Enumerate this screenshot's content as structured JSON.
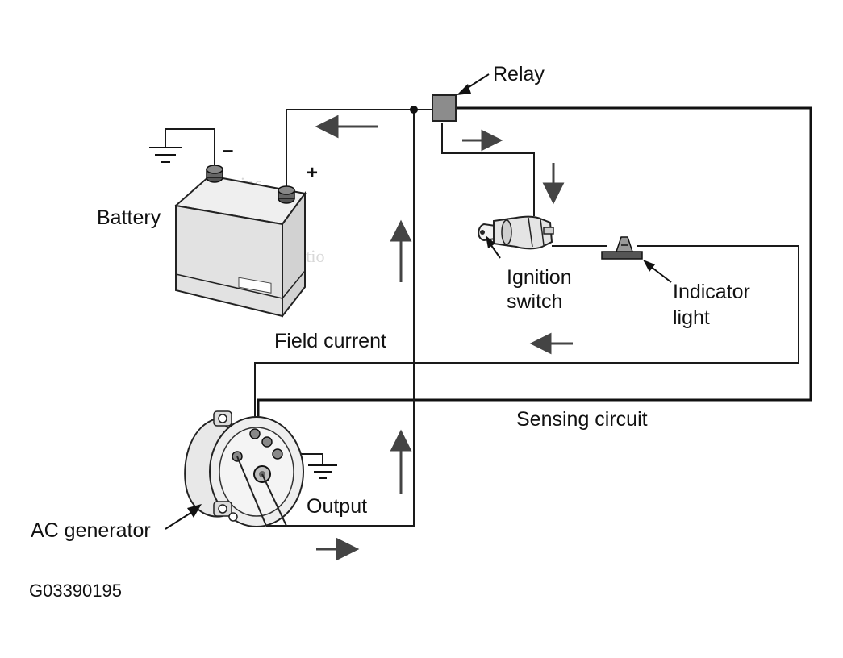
{
  "labels": {
    "relay": "Relay",
    "battery": "Battery",
    "battery_negative": "–",
    "battery_positive": "+",
    "ignition_switch_line1": "Ignition",
    "ignition_switch_line2": "switch",
    "indicator_light_line1": "Indicator",
    "indicator_light_line2": "light",
    "field_current": "Field current",
    "sensing_circuit": "Sensing circuit",
    "output": "Output",
    "ac_generator": "AC generator",
    "figure_code": "G03390195"
  },
  "colors": {
    "wire": "#1a1a1a",
    "arrow": "#444444",
    "relay_fill": "#8c8c8c",
    "component_fill": "#e6e6e6"
  }
}
